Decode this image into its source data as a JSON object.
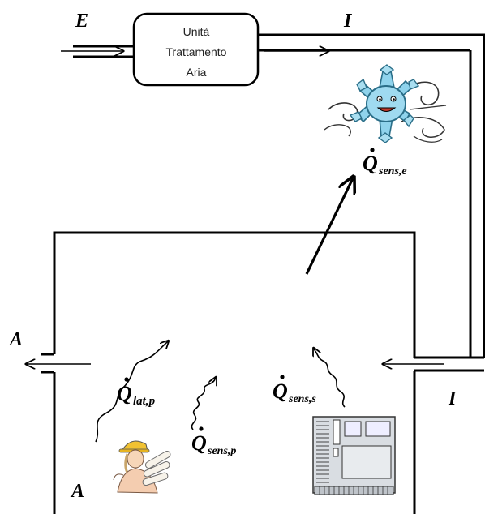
{
  "labels": {
    "E": "E",
    "I_top": "I",
    "I_right": "I",
    "A_left": "A",
    "A_bottom": "A"
  },
  "air_unit": {
    "line1": "Unità",
    "line2": "Trattamento",
    "line3": "Aria"
  },
  "heat_flows": {
    "external": {
      "symbol": "Q",
      "subscript": "sens,e"
    },
    "latent_people": {
      "symbol": "Q",
      "subscript": "lat,p"
    },
    "sensible_people": {
      "symbol": "Q",
      "subscript": "sens,p"
    },
    "sensible_equipment": {
      "symbol": "Q",
      "subscript": "sens,s"
    }
  },
  "icons": {
    "snowflake": "snowflake-cartoon-icon",
    "person": "person-with-plans-icon",
    "equipment": "electrical-cabinet-icon"
  }
}
